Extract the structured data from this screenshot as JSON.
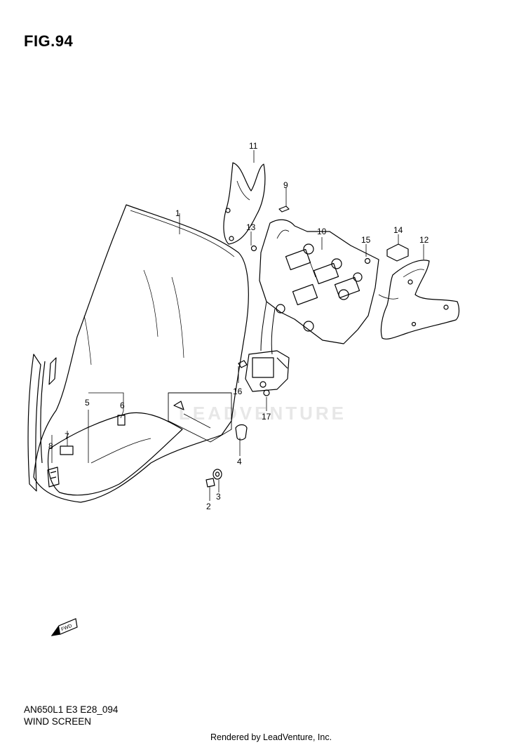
{
  "figure": {
    "title": "FIG.94"
  },
  "footer": {
    "code": "AN650L1 E3 E28_094",
    "name": "WIND SCREEN",
    "rendered_by": "Rendered by LeadVenture, Inc."
  },
  "watermark": "LEADVENTURE",
  "fwd_label": "FWD",
  "callouts": [
    {
      "num": "1"
    },
    {
      "num": "2"
    },
    {
      "num": "3"
    },
    {
      "num": "4"
    },
    {
      "num": "5"
    },
    {
      "num": "6"
    },
    {
      "num": "7"
    },
    {
      "num": "8"
    },
    {
      "num": "9"
    },
    {
      "num": "10"
    },
    {
      "num": "11"
    },
    {
      "num": "12"
    },
    {
      "num": "13"
    },
    {
      "num": "14"
    },
    {
      "num": "15"
    },
    {
      "num": "16"
    },
    {
      "num": "17"
    }
  ]
}
